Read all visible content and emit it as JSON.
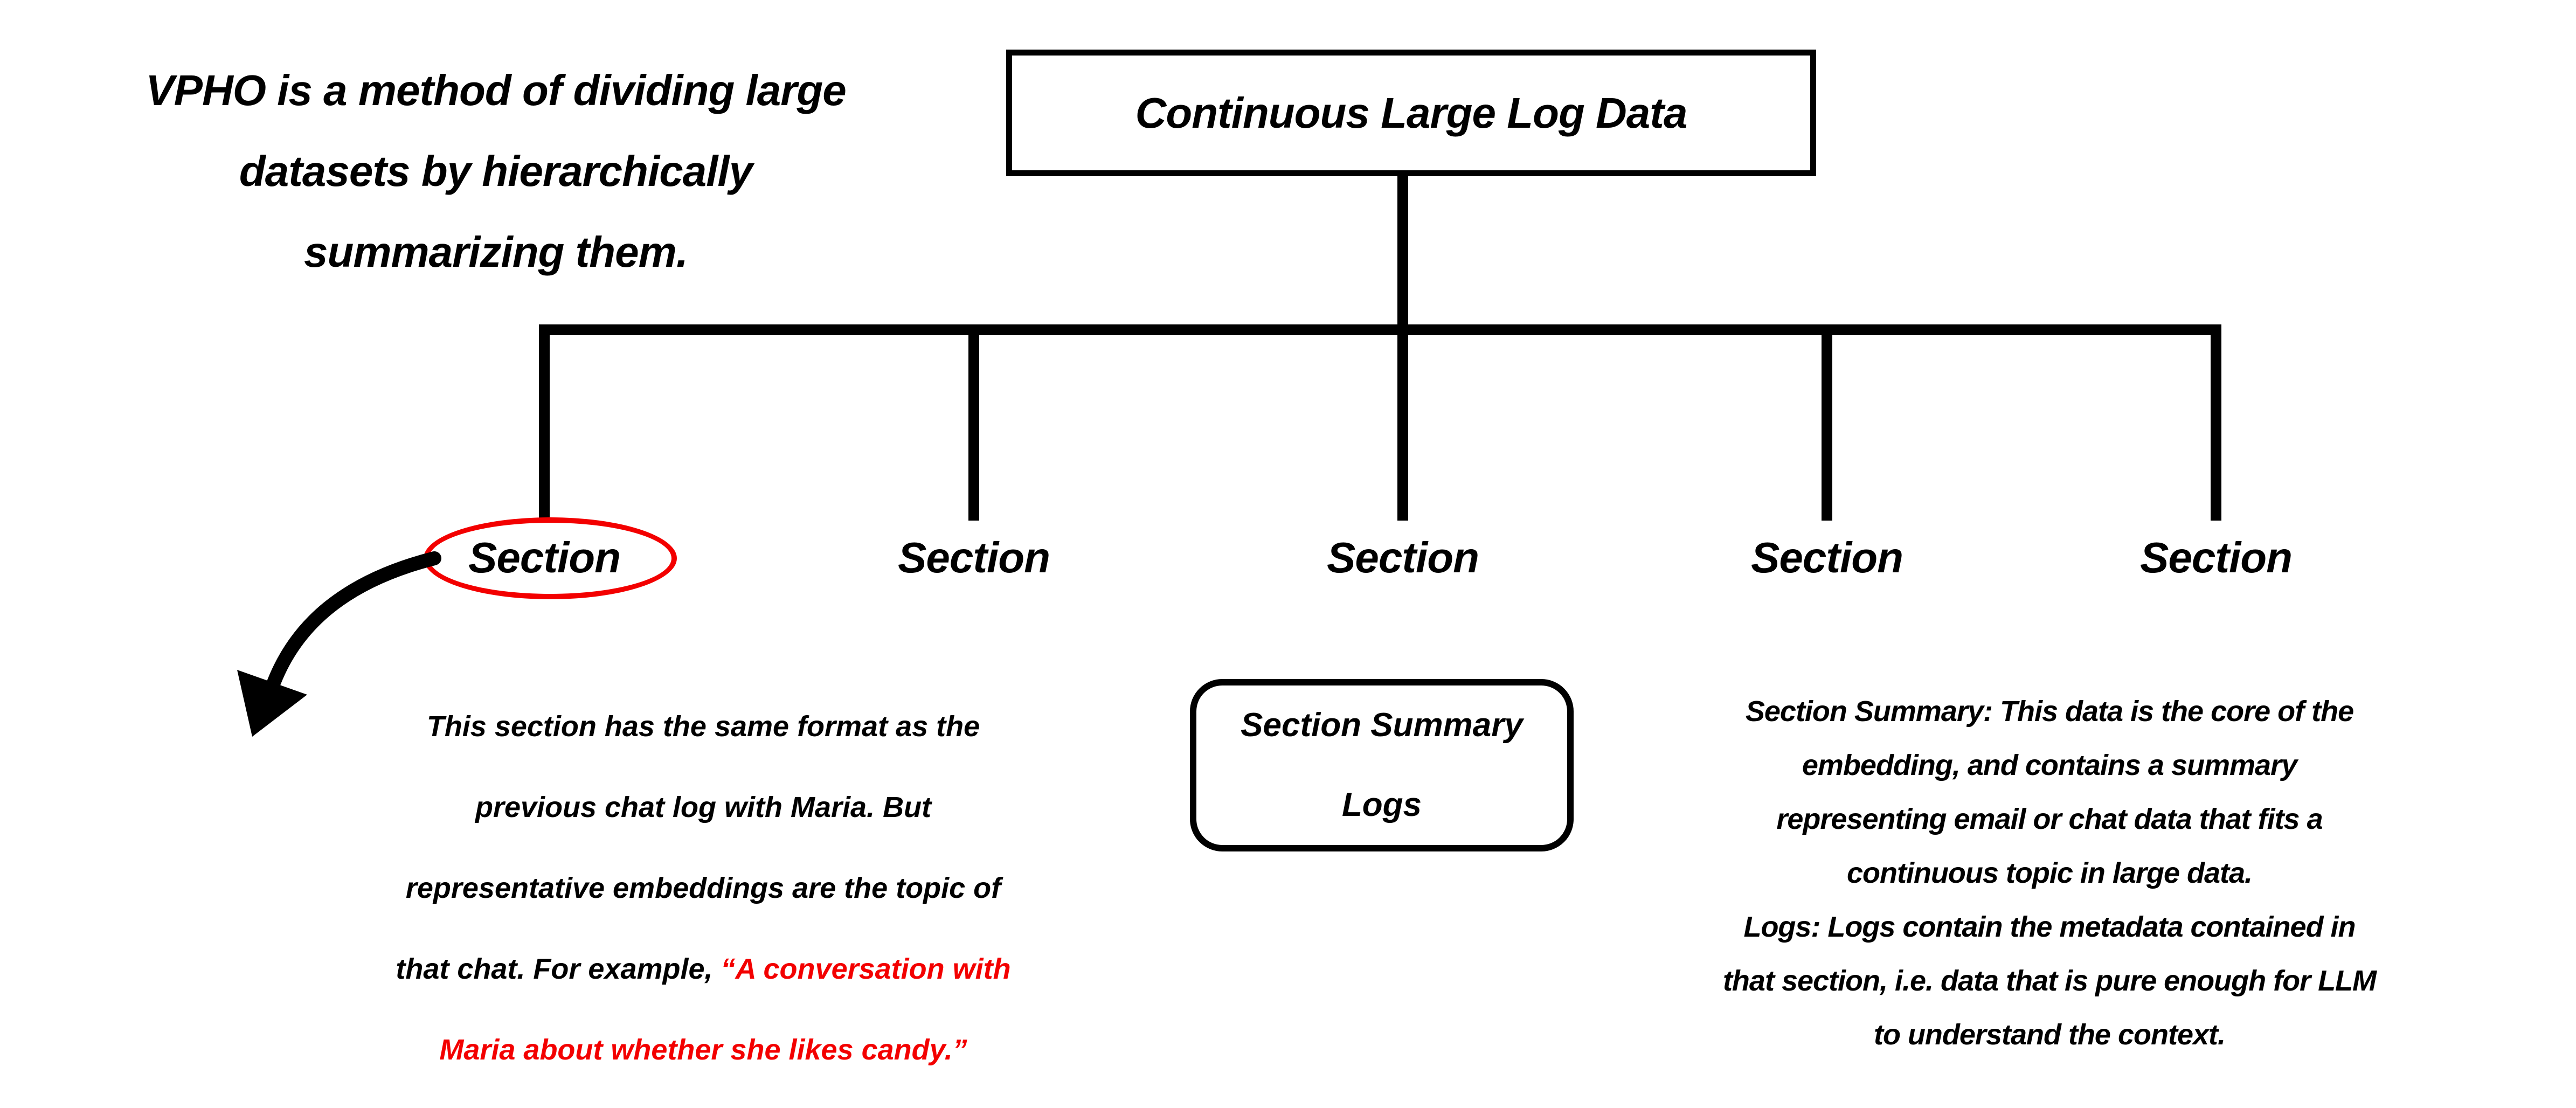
{
  "colors": {
    "background": "#ffffff",
    "ink": "#000000",
    "accent_red": "#f30000"
  },
  "note": {
    "line1": "VPHO is a method of dividing large",
    "line2": "datasets by hierarchically",
    "line3": "summarizing them."
  },
  "root": {
    "label": "Continuous Large Log Data"
  },
  "sections": [
    {
      "label": "Section"
    },
    {
      "label": "Section"
    },
    {
      "label": "Section"
    },
    {
      "label": "Section"
    },
    {
      "label": "Section"
    }
  ],
  "callout": {
    "line1": "This section has the same format as the",
    "line2": "previous chat log with Maria. But",
    "line3": "representative embeddings are the topic of",
    "line4_black": "that chat. For example, ",
    "line4_red": "“A conversation with",
    "line5_red": "Maria about whether she likes candy.”"
  },
  "node_detail": {
    "line1": "Section Summary",
    "line2": "Logs"
  },
  "legend": {
    "line1": "Section Summary: This data is the core of the",
    "line2": "embedding, and contains a summary",
    "line3": "representing email or chat data that fits a",
    "line4": "continuous topic in large data.",
    "line5": "Logs: Logs contain the metadata contained in",
    "line6": "that section, i.e. data that is pure enough for LLM",
    "line7": "to understand the context."
  }
}
